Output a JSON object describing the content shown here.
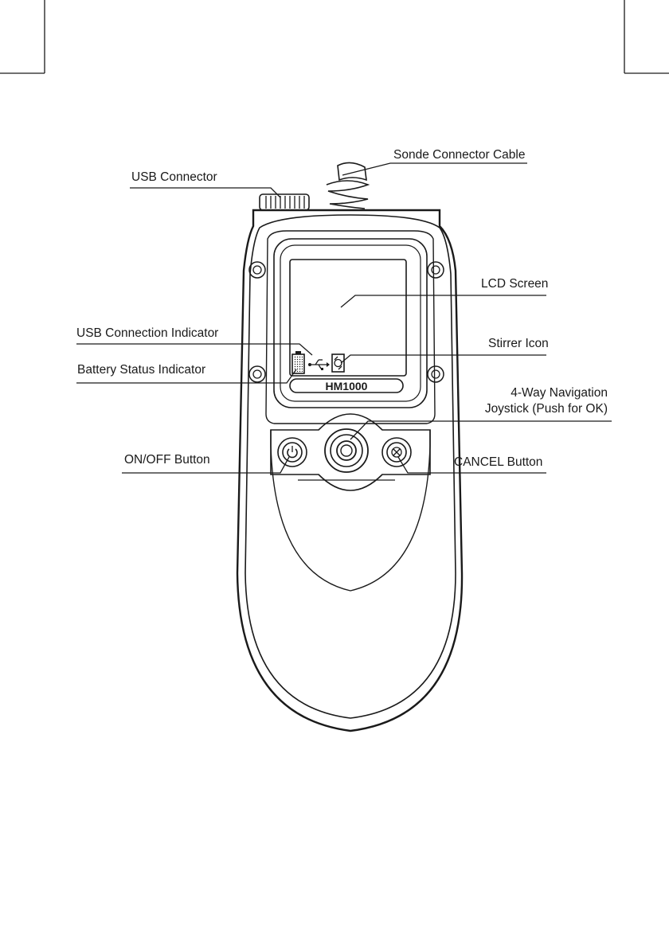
{
  "device": {
    "model_label": "HM1000"
  },
  "callouts": {
    "sonde_connector_cable": "Sonde Connector Cable",
    "usb_connector": "USB Connector",
    "lcd_screen": "LCD Screen",
    "usb_connection_indicator": "USB Connection Indicator",
    "stirrer_icon": "Stirrer Icon",
    "battery_status_indicator": "Battery Status Indicator",
    "navigation_joystick_line1": "4-Way Navigation",
    "navigation_joystick_line2": "Joystick (Push for OK)",
    "on_off_button": "ON/OFF Button",
    "cancel_button": "CANCEL Button"
  },
  "icons": {
    "usb_connector": "usb-connector-icon",
    "sonde_cable": "sonde-cable-icon",
    "battery": "battery-icon",
    "usb": "usb-icon",
    "stirrer": "stirrer-icon",
    "power": "power-icon",
    "cancel": "cancel-x-icon",
    "joystick": "joystick-icon",
    "screw": "screw-icon"
  },
  "colors": {
    "line": "#1a1a1a",
    "background": "#ffffff"
  }
}
